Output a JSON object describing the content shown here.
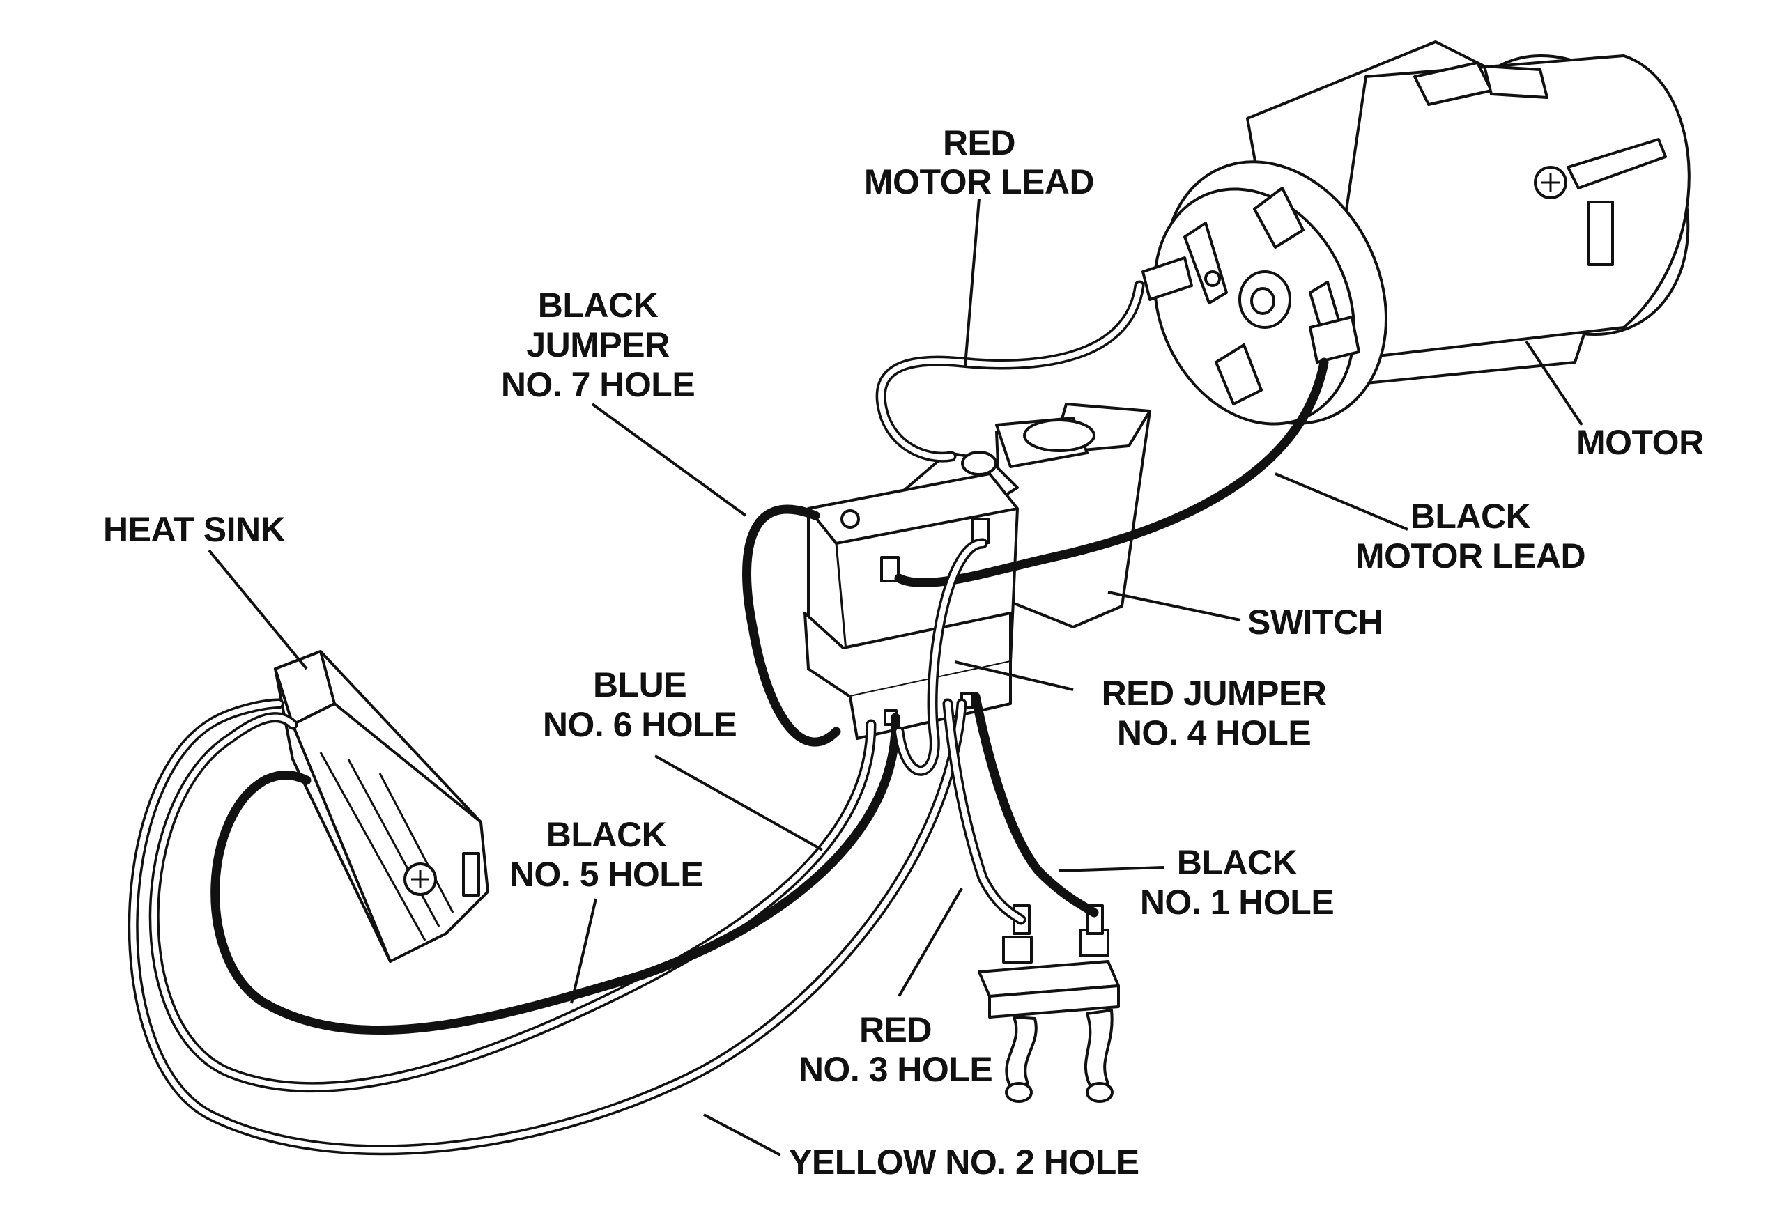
{
  "labels": {
    "red_motor_lead": [
      "RED",
      "MOTOR LEAD"
    ],
    "black_jumper": [
      "BLACK",
      "JUMPER",
      "NO. 7 HOLE"
    ],
    "heat_sink": [
      "HEAT SINK"
    ],
    "motor": [
      "MOTOR"
    ],
    "black_motor_lead": [
      "BLACK",
      "MOTOR LEAD"
    ],
    "switch": [
      "SWITCH"
    ],
    "blue_no6": [
      "BLUE",
      "NO. 6 HOLE"
    ],
    "red_jumper": [
      "RED JUMPER",
      "NO. 4 HOLE"
    ],
    "black_no5": [
      "BLACK",
      "NO. 5 HOLE"
    ],
    "black_no1": [
      "BLACK",
      "NO. 1 HOLE"
    ],
    "red_no3": [
      "RED",
      "NO. 3 HOLE"
    ],
    "yellow_no2": [
      "YELLOW NO. 2 HOLE"
    ]
  },
  "colors": {
    "ink": "#111111",
    "paper": "#ffffff"
  }
}
